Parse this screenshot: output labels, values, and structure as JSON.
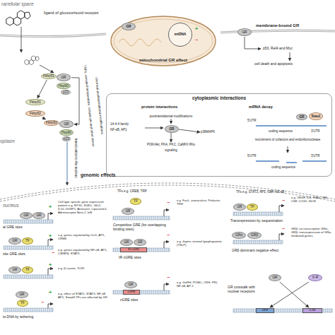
{
  "diagram": {
    "nodes": [
      {
        "text": [
          "GR"
        ]
      },
      {
        "text": [
          "Fkbp51"
        ]
      },
      {
        "text": [
          "Hsp90"
        ]
      },
      {
        "text": [
          "p23"
        ]
      },
      {
        "text": [
          "Fkbp51"
        ]
      },
      {
        "text": [
          "Fkbp52"
        ]
      },
      {
        "text": [
          "GR"
        ]
      },
      {
        "text": [
          "Fkbp52"
        ]
      },
      {
        "text": [
          "Hsp90"
        ]
      },
      {
        "text": [
          "p23"
        ]
      },
      {
        "text": [
          "mitochondrial GR effect"
        ]
      },
      {
        "text": [
          "GR"
        ],
        "in": 10
      },
      {
        "text": [
          "mtDNA"
        ],
        "in": 10
      },
      {
        "text": [
          "GR"
        ]
      },
      {
        "text": [
          "cytoplasmic interactions"
        ]
      },
      {
        "text": [
          "GR"
        ],
        "in": 14
      },
      {
        "text": [
          "GR"
        ],
        "in": 14
      },
      {
        "text": [
          "Stau1"
        ],
        "in": 14
      },
      {
        "text": [
          "GR"
        ]
      },
      {
        "text": [
          "GR"
        ]
      },
      {
        "text": [
          "GR"
        ]
      },
      {
        "text": [
          "TF"
        ]
      },
      {
        "text": [
          "GR"
        ]
      },
      {
        "text": [
          "TF"
        ]
      },
      {
        "text": [
          "GR"
        ]
      },
      {
        "text": [
          "TF"
        ]
      },
      {
        "text": [
          "TF"
        ]
      },
      {
        "text": [
          "GR"
        ]
      },
      {
        "text": [
          "GR"
        ]
      },
      {
        "text": [
          "GR"
        ]
      },
      {
        "text": [
          "IR nGRE"
        ]
      },
      {
        "text": [
          "GR"
        ]
      },
      {
        "text": [
          "nGRE"
        ]
      },
      {
        "text": [
          "GR"
        ]
      },
      {
        "text": [
          "TF"
        ]
      },
      {
        "text": [
          "GRα"
        ]
      },
      {
        "text": [
          "GRβ"
        ]
      },
      {
        "text": [
          "GR"
        ]
      },
      {
        "text": [
          "X-R"
        ]
      },
      {
        "text": [
          "GRE"
        ]
      },
      {
        "text": [
          "X-RE"
        ]
      }
    ],
    "edges": [
      {
        "from": 0,
        "to": 6,
        "arrow": "to"
      },
      {
        "from": 1,
        "to": 4,
        "arrow": "to"
      },
      {
        "from": 5,
        "to": 7,
        "arrow": "to"
      },
      {
        "from": 11,
        "to": 12,
        "arrow": "to"
      },
      {
        "from": 37,
        "to": 40,
        "arrow": "to"
      },
      {
        "from": 38,
        "to": 39,
        "arrow": "to"
      }
    ],
    "labels": [
      "racellular space",
      "ligand of glucocorticoid receptor",
      "oplasm",
      "TNFα, elevated temperature, cellular pH and other stress",
      "chemical posttranslational modifications",
      "translocation to the nucleus",
      "+",
      "−",
      "membrane-bound GR",
      "p53, RelA and Myc",
      "cell death and apoptosis",
      "protein interactions",
      "mRNA decay",
      "posttranslational modifications",
      "14-4-4 family",
      "NF-κB, AP1",
      "p38MAPK",
      "PI3K/Akt; PKA, PKC, CaMKII Rho",
      "signaling",
      "5'UTR",
      "coding sequence",
      "3'UTR",
      "recruitment of cofactors and endoribonuclease",
      "5'UTR",
      "3'UTR",
      "coding sequence",
      "genomic effects",
      "nucleus",
      "al GRE sites",
      "+",
      "Cell type specific gene expression pattern e.g. BTG1, SGK1, GILZ, IL10, DUSP1, Annexin1, Lipocortin1, Adrenoceptor Beta 2, IκB",
      "site GRE sites",
      "+",
      "e.g. genes regulated by Oct1, AP1, CREB",
      "−",
      "e.g. genes regulated by NF-κB, AP1, C/EBPβ, STAT3",
      "+",
      "e.g. β-casein, TLR2",
      "to DNA by tethering",
      "+",
      "−",
      "e.g. effect of STAT5, STAT3, NF-κB AP1, Smad3 TFs are affected by GR",
      "TFs e.g. CREB, TRP",
      "Competitive GRE (for overlapping binding sites)",
      "−",
      "e.g. FasL, osteocalcin, Prolactin, TRH",
      "IR nGRE sites",
      "−",
      "e.g. thymic stromal lymphopoietin (TSLP)",
      "nGRE sites",
      "−",
      "e.g. GnRH, POMC, CRH, PRL NF-κB, AP-1",
      "TFs e.g. STAT3, AP1, CBP, NF-κB",
      "Transrepression by sequestration",
      "−",
      "e.g. VEGF, IL8, TNFα, GM-CSF, COX2, iNOS",
      "GRβ dominant negative effect",
      "−",
      "GRβ: no transcription GRα–GRβ: transrepression of GRα-mediated genes",
      "GR crosstalk with nuclear receptors"
    ]
  }
}
